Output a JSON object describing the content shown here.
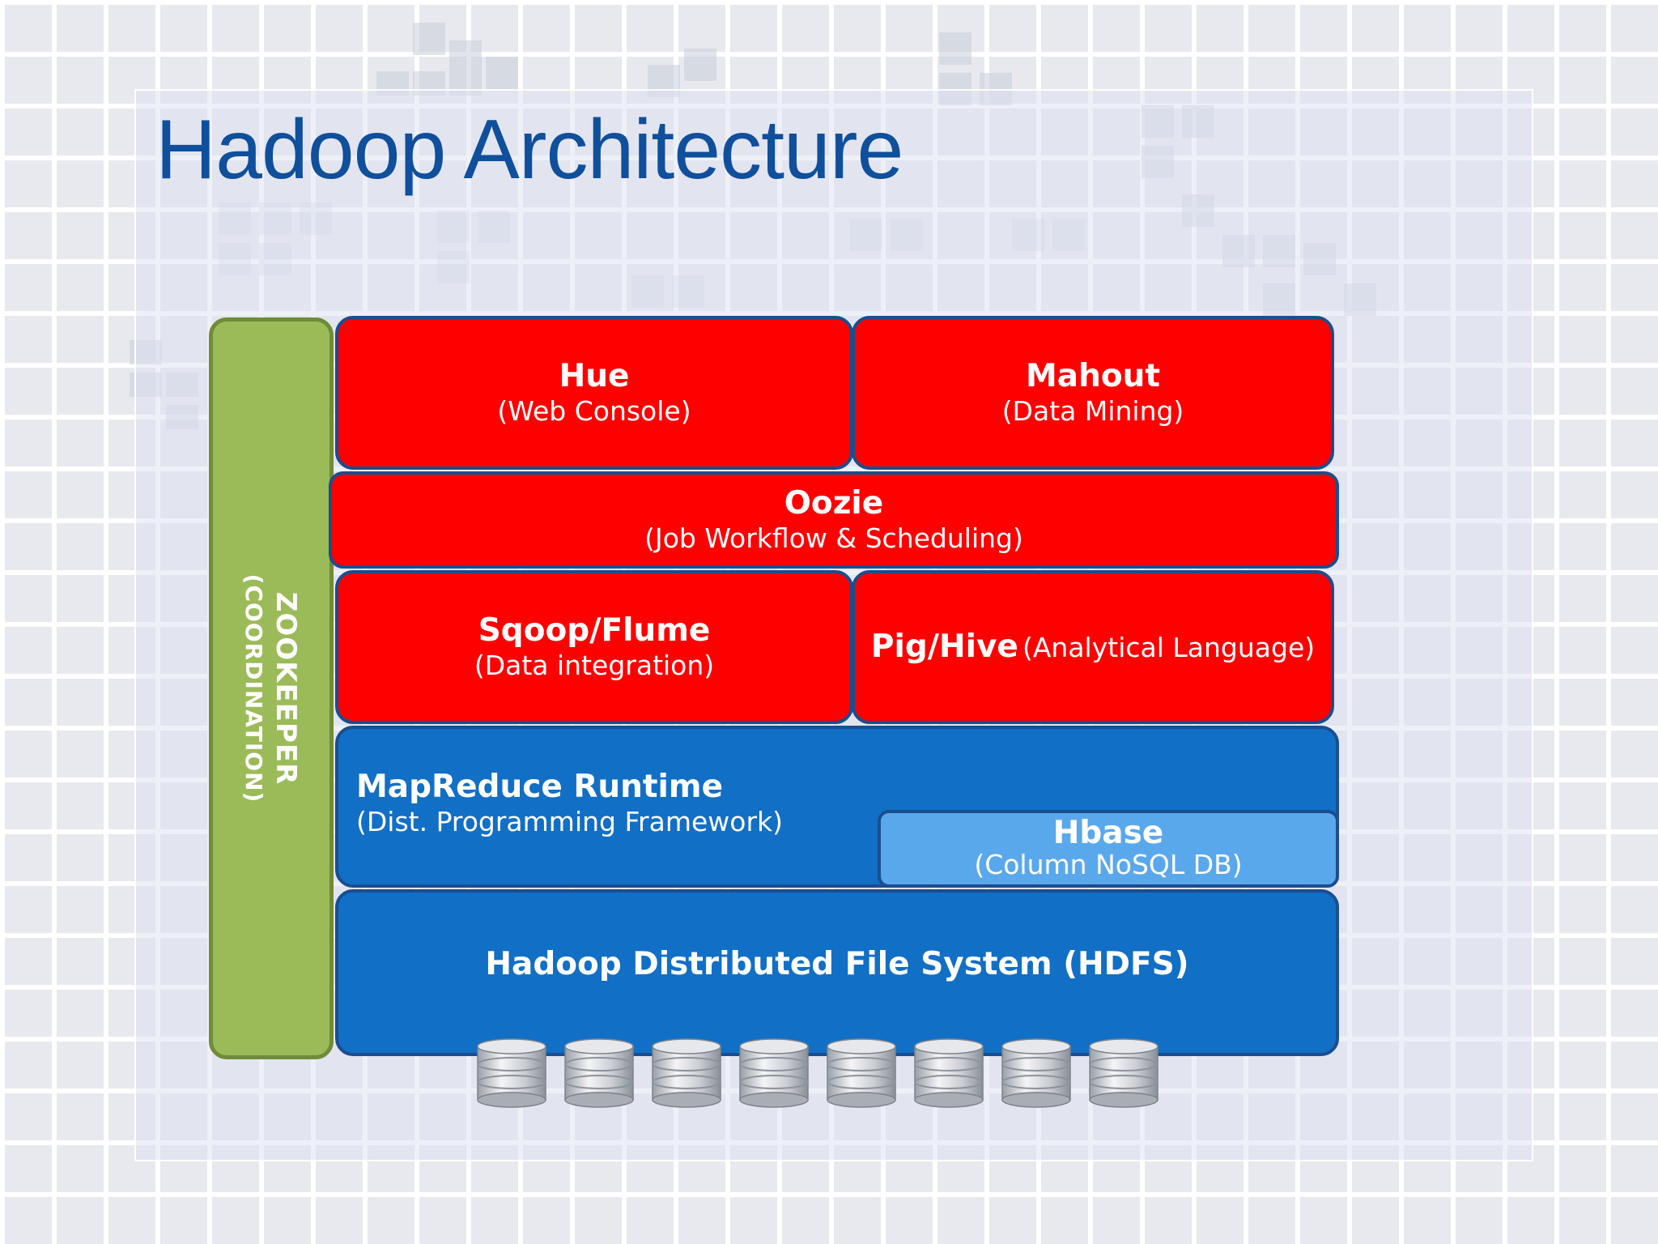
{
  "title": "Hadoop Architecture",
  "zookeeper": {
    "name": "ZooKeeper",
    "role": "(Coordination)"
  },
  "hue": {
    "name": "Hue",
    "desc": "(Web Console)"
  },
  "mahout": {
    "name": "Mahout",
    "desc": "(Data Mining)"
  },
  "oozie": {
    "name": "Oozie",
    "desc": "(Job Workflow & Scheduling)"
  },
  "sqoop": {
    "name": "Sqoop/Flume",
    "desc": "(Data integration)"
  },
  "pighive": {
    "name": "Pig/Hive",
    "desc": "(Analytical Language)"
  },
  "mapreduce": {
    "name": "MapReduce Runtime",
    "desc": "(Dist. Programming Framework)"
  },
  "hbase": {
    "name": "Hbase",
    "desc": "(Column NoSQL DB)"
  },
  "hdfs": {
    "name": "Hadoop Distributed File System (HDFS)"
  },
  "colors": {
    "title": "#0f4f9c",
    "red_layer": "#ff0000",
    "blue_layer": "#116fc6",
    "hbase": "#5aa8ec",
    "zookeeper": "#9bbb59",
    "border": "#1a4e8e"
  },
  "icons": {
    "storage": "database-disk-icon",
    "disk_count": 8
  }
}
